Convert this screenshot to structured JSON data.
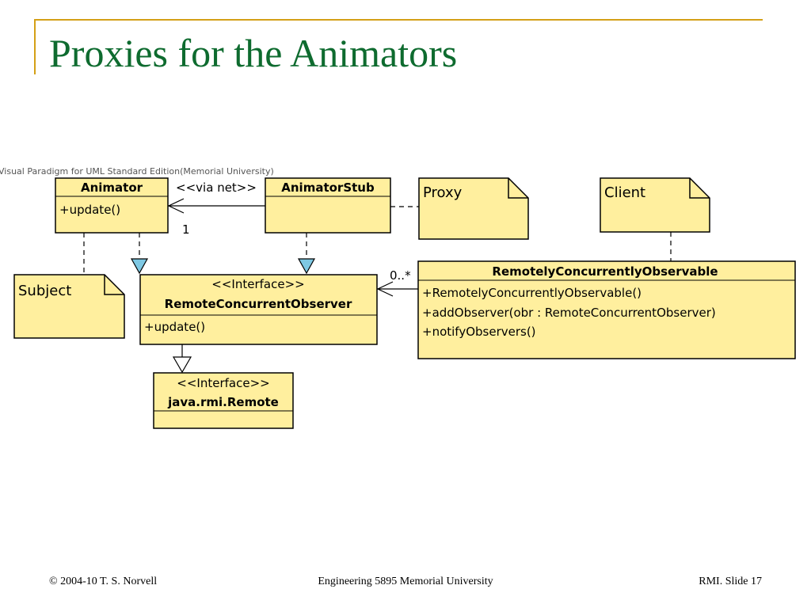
{
  "slide": {
    "title": "Proxies for the Animators"
  },
  "diagram": {
    "watermark": "Visual Paradigm for UML Standard Edition(Memorial University)",
    "animator": {
      "name": "Animator",
      "op": "+update()"
    },
    "animator_stub": {
      "name": "AnimatorStub"
    },
    "via_net": "<<via net>>",
    "multiplicity_one": "1",
    "proxy_note": "Proxy",
    "client_note": "Client",
    "subject_note": "Subject",
    "remote_concurrent_observer": {
      "stereotype": "<<Interface>>",
      "name": "RemoteConcurrentObserver",
      "op": "+update()"
    },
    "rco_class": {
      "name": "RemotelyConcurrentlyObservable",
      "ops": [
        "+RemotelyConcurrentlyObservable()",
        "+addObserver(obr : RemoteConcurrentObserver)",
        "+notifyObservers()"
      ]
    },
    "multiplicity_many": "0..*",
    "java_remote": {
      "stereotype": "<<Interface>>",
      "name": "java.rmi.Remote"
    },
    "colors": {
      "box_fill": "#ffef9e",
      "box_stroke": "#000000",
      "arrow_fill": "#7ec8e3"
    }
  },
  "footer": {
    "left": "© 2004-10 T. S. Norvell",
    "center": "Engineering 5895 Memorial University",
    "right": "RMI. Slide 17"
  }
}
